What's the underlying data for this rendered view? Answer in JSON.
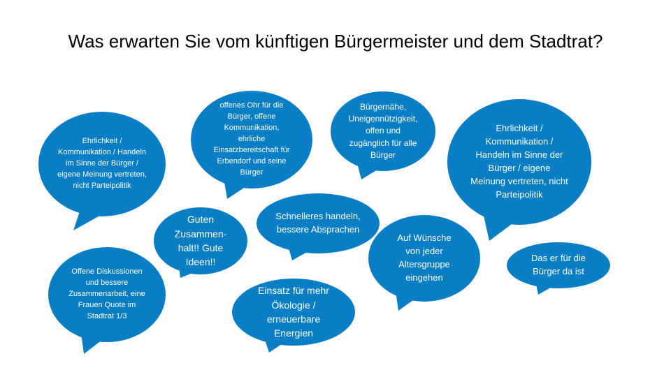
{
  "slide": {
    "title": "Was erwarten Sie vom künftigen Bürgermeister und dem Stadtrat?",
    "bubble_color": "#0A7EC4",
    "bubbles": [
      {
        "text": "Ehrlichkeit / Kommunikation / Handeln im Sinne der Bürger / eigene Meinung vertreten, nicht Parteipolitik"
      },
      {
        "text": "offenes Ohr für die Bürger, offene Kommunikation, ehrliche Einsatzbereitschaft für Erbendorf und seine Bürger"
      },
      {
        "text": "Bürgernähe, Uneigennützigkeit, offen und zugänglich für alle Bürger"
      },
      {
        "text": "Ehrlichkeit / Kommunikation / Handeln im Sinne der Bürger / eigene Meinung vertreten, nicht Parteipolitik"
      },
      {
        "text": "Guten Zusammen-halt!! Gute Ideen!!"
      },
      {
        "text": "Schnelleres handeln, bessere Absprachen"
      },
      {
        "text": "Offene Diskussionen und bessere Zusammenarbeit, eine Frauen Quote im Stadtrat 1/3"
      },
      {
        "text": "Einsatz für mehr Ökologie / erneuerbare Energien"
      },
      {
        "text": "Auf Wünsche von jeder Altersgruppe eingehen"
      },
      {
        "text": "Das er für die Bürger da ist"
      }
    ]
  }
}
